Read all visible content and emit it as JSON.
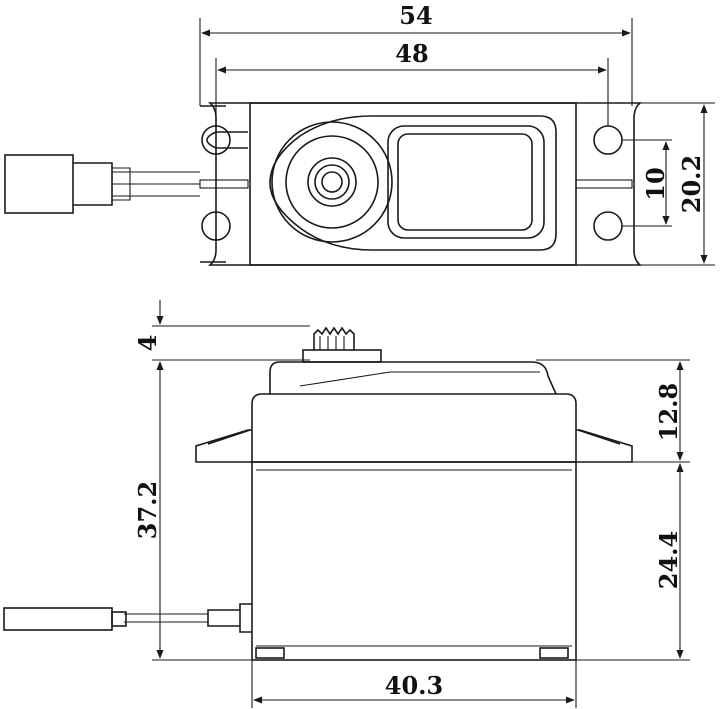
{
  "dimensions": {
    "top_view": {
      "overall_width": "54",
      "mount_hole_spacing": "48",
      "body_height": "20.2",
      "hole_vertical_spacing": "10"
    },
    "side_view": {
      "spline_height": "4",
      "total_height": "37.2",
      "upper_height": "12.8",
      "lower_height": "24.4",
      "body_width": "40.3"
    }
  }
}
